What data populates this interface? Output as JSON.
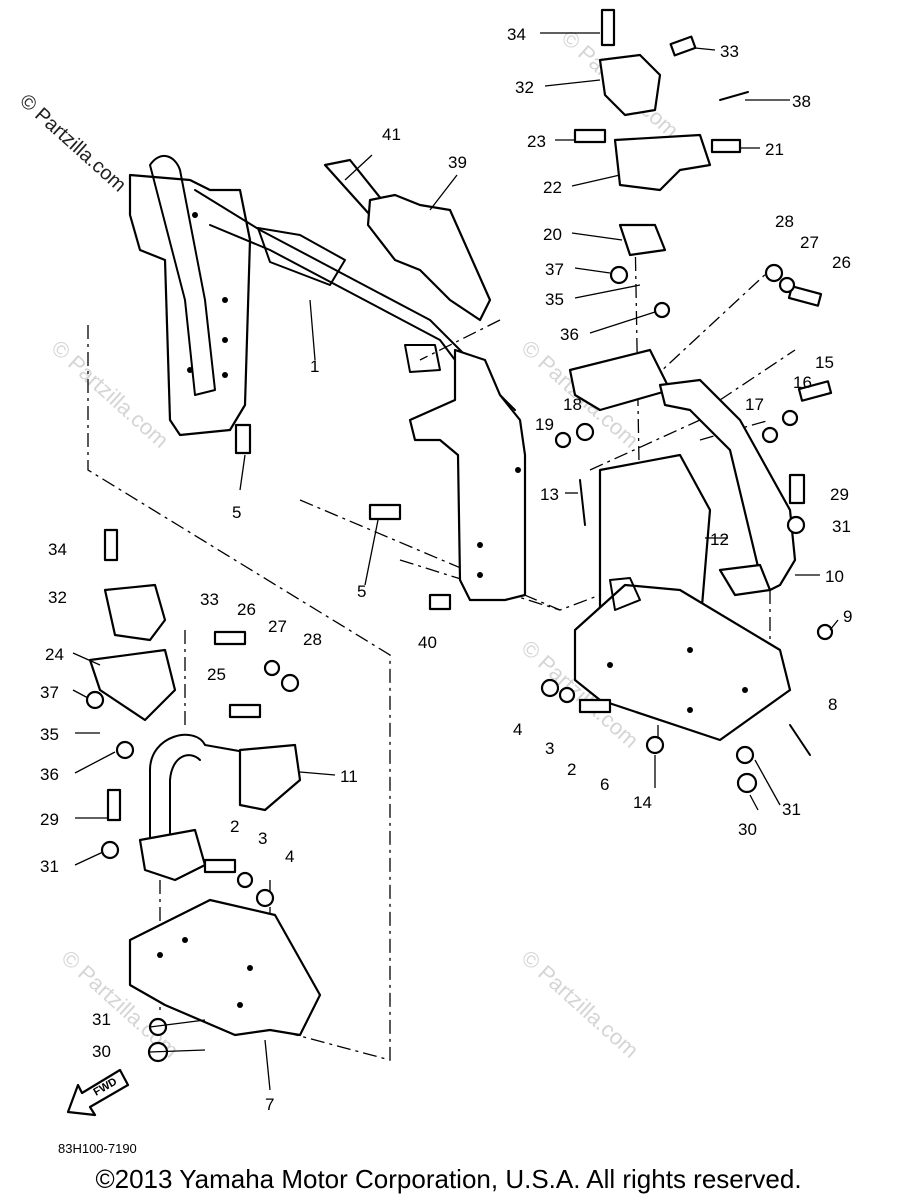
{
  "watermark": {
    "corner_text": "© Partzilla.com",
    "repeat_text": "© Partzilla.com"
  },
  "diagram_code": "83H100-7190",
  "fwd_label": "FWD",
  "copyright": "©2013 Yamaha Motor Corporation, U.S.A. All rights reserved.",
  "callouts": [
    {
      "id": "c34a",
      "label": "34"
    },
    {
      "id": "c33a",
      "label": "33"
    },
    {
      "id": "c32a",
      "label": "32"
    },
    {
      "id": "c38",
      "label": "38"
    },
    {
      "id": "c23",
      "label": "23"
    },
    {
      "id": "c21",
      "label": "21"
    },
    {
      "id": "c41",
      "label": "41"
    },
    {
      "id": "c39",
      "label": "39"
    },
    {
      "id": "c22",
      "label": "22"
    },
    {
      "id": "c20",
      "label": "20"
    },
    {
      "id": "c28a",
      "label": "28"
    },
    {
      "id": "c27a",
      "label": "27"
    },
    {
      "id": "c26a",
      "label": "26"
    },
    {
      "id": "c37a",
      "label": "37"
    },
    {
      "id": "c35a",
      "label": "35"
    },
    {
      "id": "c36a",
      "label": "36"
    },
    {
      "id": "c1",
      "label": "1"
    },
    {
      "id": "c15",
      "label": "15"
    },
    {
      "id": "c16",
      "label": "16"
    },
    {
      "id": "c17",
      "label": "17"
    },
    {
      "id": "c18",
      "label": "18"
    },
    {
      "id": "c19",
      "label": "19"
    },
    {
      "id": "c5a",
      "label": "5"
    },
    {
      "id": "c13",
      "label": "13"
    },
    {
      "id": "c29a",
      "label": "29"
    },
    {
      "id": "c12",
      "label": "12"
    },
    {
      "id": "c31a",
      "label": "31"
    },
    {
      "id": "c34b",
      "label": "34"
    },
    {
      "id": "c5b",
      "label": "5"
    },
    {
      "id": "c10",
      "label": "10"
    },
    {
      "id": "c32b",
      "label": "32"
    },
    {
      "id": "c33b",
      "label": "33"
    },
    {
      "id": "c26b",
      "label": "26"
    },
    {
      "id": "c27b",
      "label": "27"
    },
    {
      "id": "c28b",
      "label": "28"
    },
    {
      "id": "c40",
      "label": "40"
    },
    {
      "id": "c9",
      "label": "9"
    },
    {
      "id": "c24",
      "label": "24"
    },
    {
      "id": "c25",
      "label": "25"
    },
    {
      "id": "c37b",
      "label": "37"
    },
    {
      "id": "c8",
      "label": "8"
    },
    {
      "id": "c4a",
      "label": "4"
    },
    {
      "id": "c3a",
      "label": "3"
    },
    {
      "id": "c2a",
      "label": "2"
    },
    {
      "id": "c6",
      "label": "6"
    },
    {
      "id": "c35b",
      "label": "35"
    },
    {
      "id": "c11",
      "label": "11"
    },
    {
      "id": "c36b",
      "label": "36"
    },
    {
      "id": "c14",
      "label": "14"
    },
    {
      "id": "c31b",
      "label": "31"
    },
    {
      "id": "c30a",
      "label": "30"
    },
    {
      "id": "c29b",
      "label": "29"
    },
    {
      "id": "c2b",
      "label": "2"
    },
    {
      "id": "c3b",
      "label": "3"
    },
    {
      "id": "c4b",
      "label": "4"
    },
    {
      "id": "c31c",
      "label": "31"
    },
    {
      "id": "c31d",
      "label": "31"
    },
    {
      "id": "c30b",
      "label": "30"
    },
    {
      "id": "c7",
      "label": "7"
    }
  ]
}
